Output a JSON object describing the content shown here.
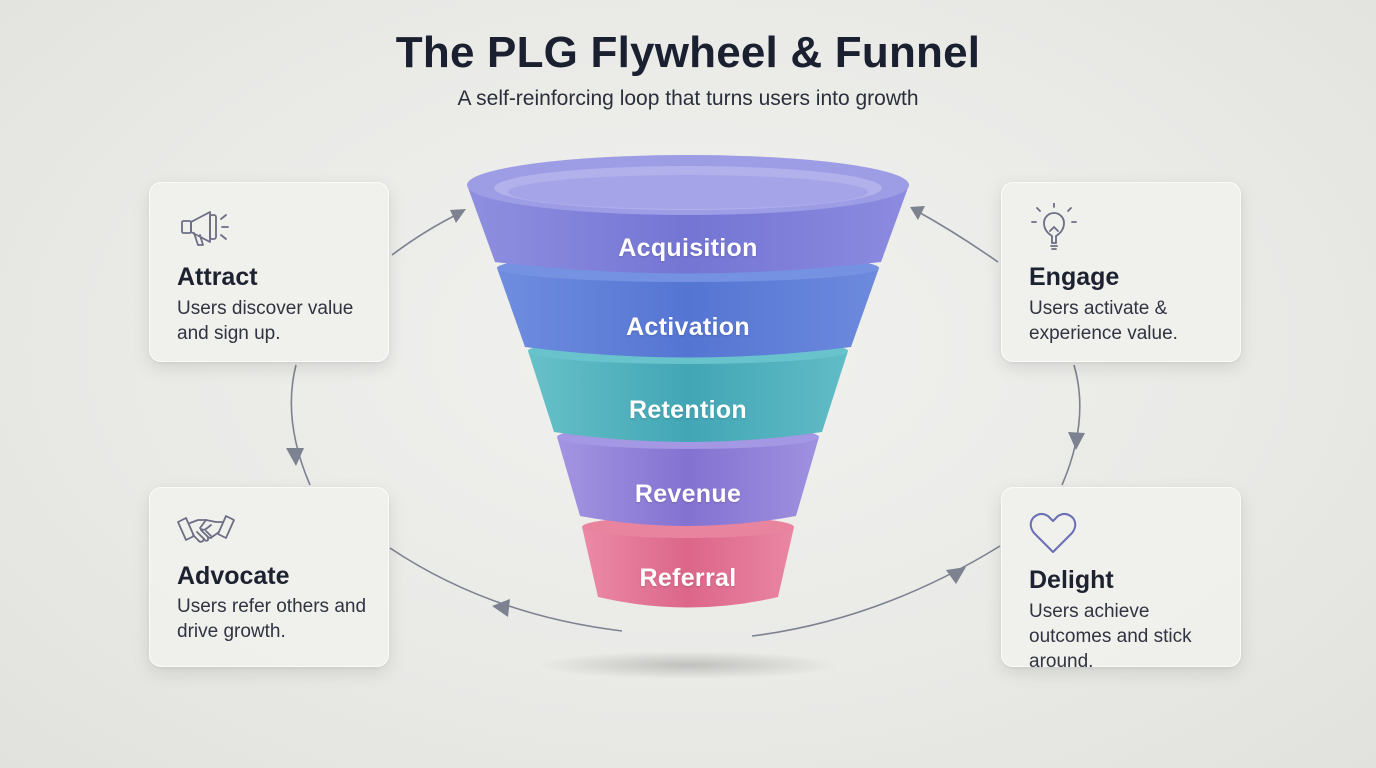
{
  "header": {
    "title": "The PLG Flywheel & Funnel",
    "subtitle": "A self-reinforcing loop that turns users into growth"
  },
  "funnel": {
    "stages": [
      {
        "label": "Acquisition",
        "color": "#7b7ed8"
      },
      {
        "label": "Activation",
        "color": "#5f7fd9"
      },
      {
        "label": "Retention",
        "color": "#4fb1bd"
      },
      {
        "label": "Revenue",
        "color": "#8a7cd6"
      },
      {
        "label": "Referral",
        "color": "#e06e93"
      }
    ]
  },
  "cards": {
    "attract": {
      "icon": "megaphone-icon",
      "title": "Attract",
      "desc": "Users discover value and sign up."
    },
    "engage": {
      "icon": "lightbulb-icon",
      "title": "Engage",
      "desc": "Users activate & experience value."
    },
    "advocate": {
      "icon": "handshake-icon",
      "title": "Advocate",
      "desc": "Users refer others and drive growth."
    },
    "delight": {
      "icon": "heart-icon",
      "title": "Delight",
      "desc": "Users achieve outcomes and stick around."
    }
  },
  "colors": {
    "arrow": "#7d8290",
    "icon_stroke": "#6b6e85",
    "heart_stroke": "#6a6fb4"
  }
}
